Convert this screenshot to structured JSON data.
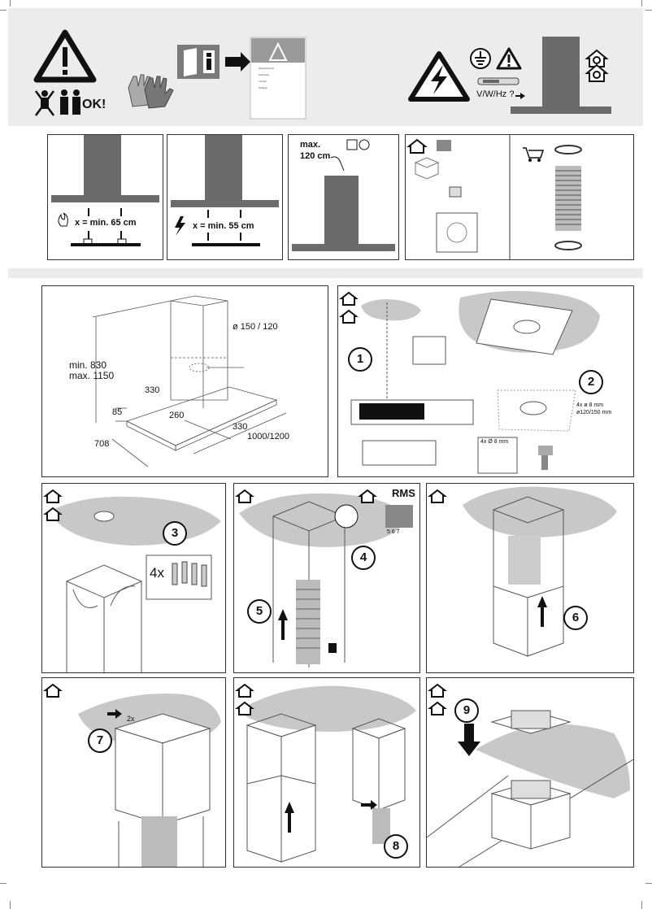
{
  "header": {
    "ok_label": "OK!",
    "voltage_label": "V/W/Hz ?",
    "booklet_lines": [
      "ubezpieczenie",
      "instrukcja",
      "montaż",
      "obsługa"
    ]
  },
  "panels_top": {
    "gas_distance": "x = min. 65 cm",
    "electric_distance": "x = min. 55 cm",
    "cable_max": "max.",
    "cable_len": "120 cm"
  },
  "dimensions": {
    "height_min": "min. 830",
    "height_max": "max. 1150",
    "duct_diameter": "ø 150 / 120",
    "d330a": "330",
    "d85": "85",
    "d260": "260",
    "d330b": "330",
    "width": "1000/1200",
    "depth": "708"
  },
  "steps": {
    "s1": "1",
    "s2": "2",
    "s3": "3",
    "s4": "4",
    "s5": "5",
    "s6": "6",
    "s7": "7",
    "s8": "8",
    "s9": "9"
  },
  "labels": {
    "holes_text_1": "4x ø 8 mm",
    "holes_text_2": "ø120/150 mm",
    "drill_label": "4x Ø 8 mm",
    "screws_count": "4x",
    "rms_label": "RMS",
    "rms_pages": "5 6 7",
    "twice": "2x"
  },
  "colors": {
    "chimney": "#6b6b6b",
    "ceiling_gray": "#c8c8c8",
    "band_gray": "#ececec"
  }
}
